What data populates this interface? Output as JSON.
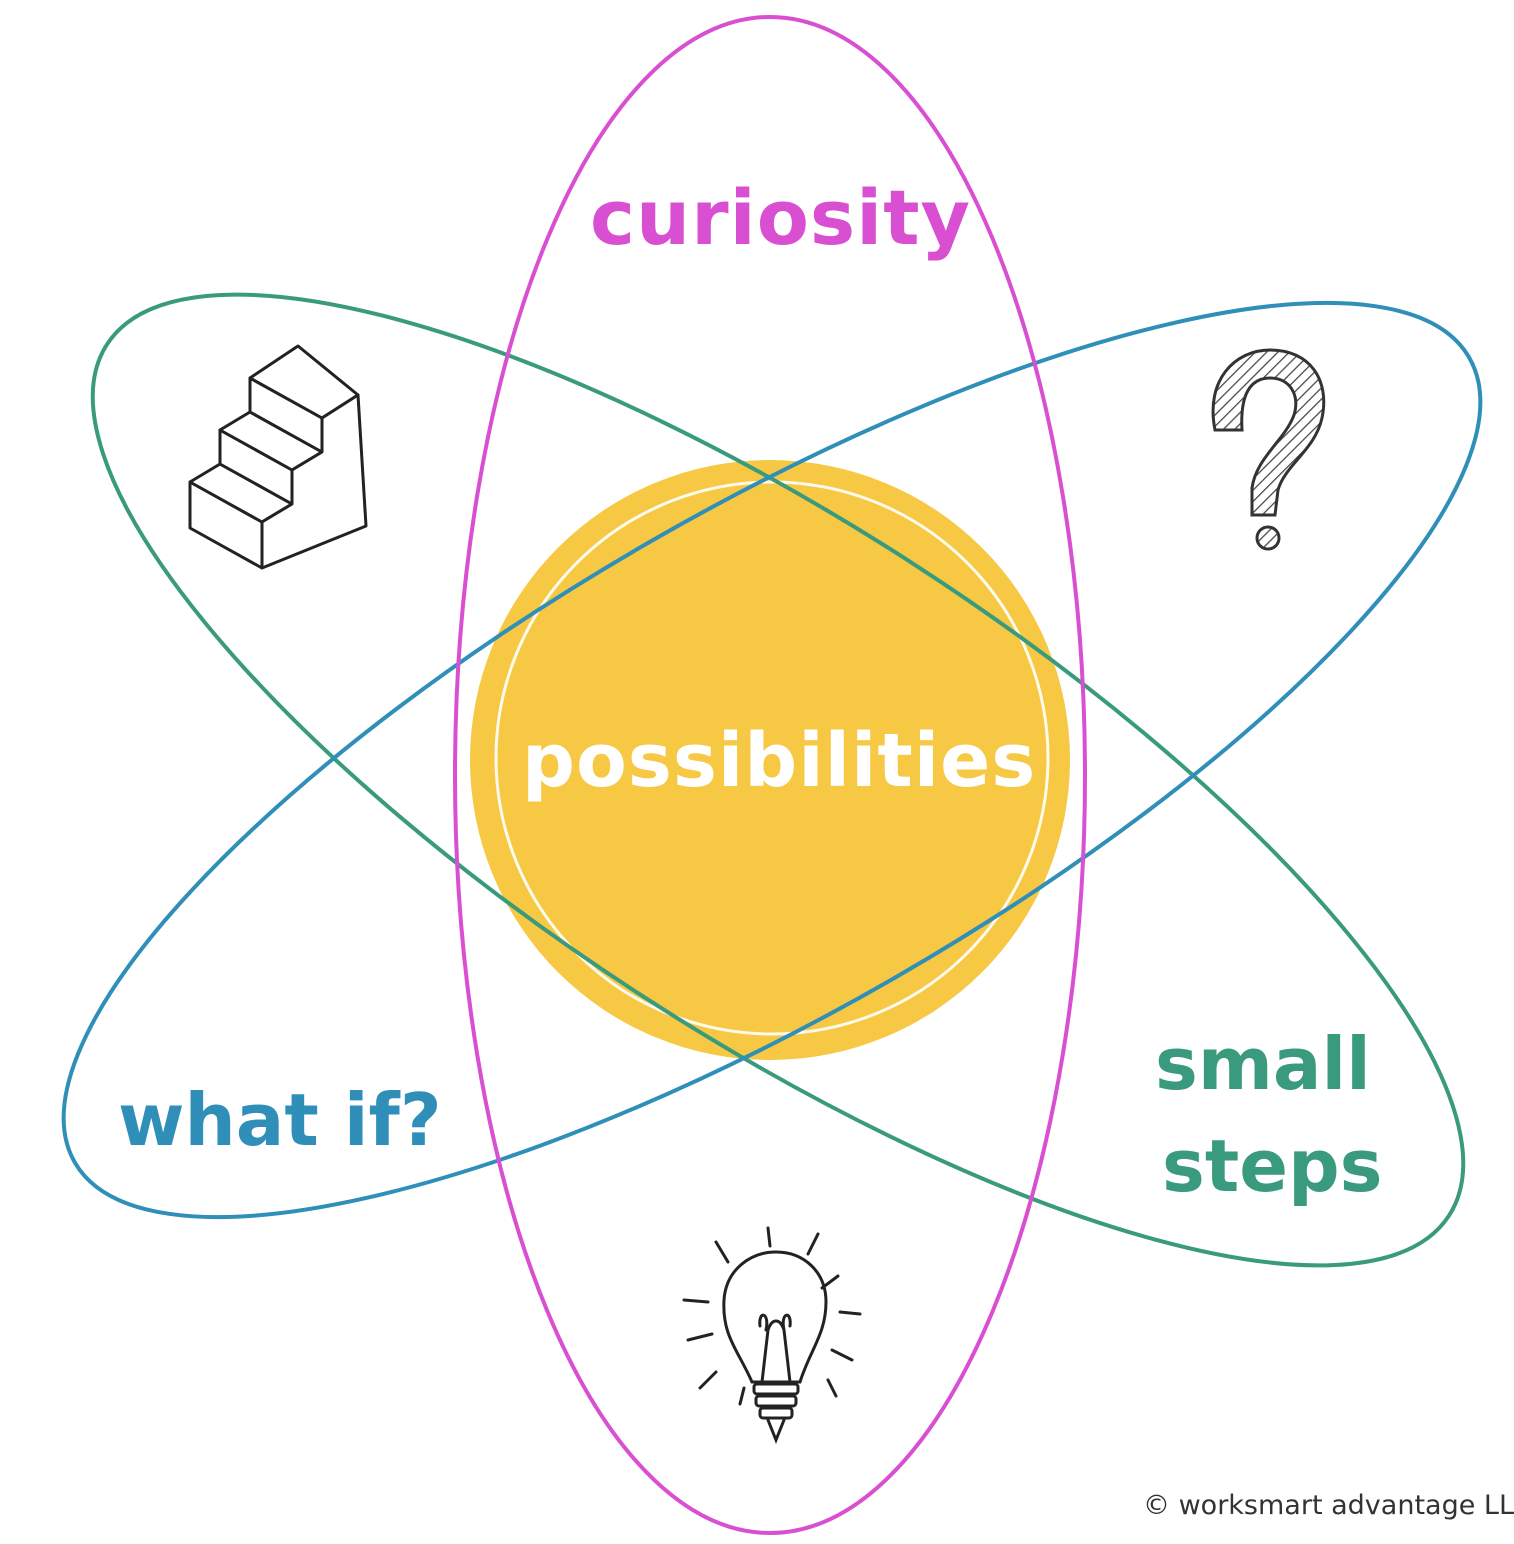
{
  "labels": {
    "center": "possibilities",
    "top": "curiosity",
    "left": "what if?",
    "right_line1": "small",
    "right_line2": "steps"
  },
  "copyright": "© worksmart advantage LL",
  "icons": [
    "stairs-icon",
    "question-mark-icon",
    "lightbulb-icon"
  ],
  "colors": {
    "curiosity": "#d94fd2",
    "what_if": "#2f8fb9",
    "small_steps": "#3a9a7d",
    "possibilities_circle": "#f6c843",
    "possibilities_text": "#ffffff"
  }
}
